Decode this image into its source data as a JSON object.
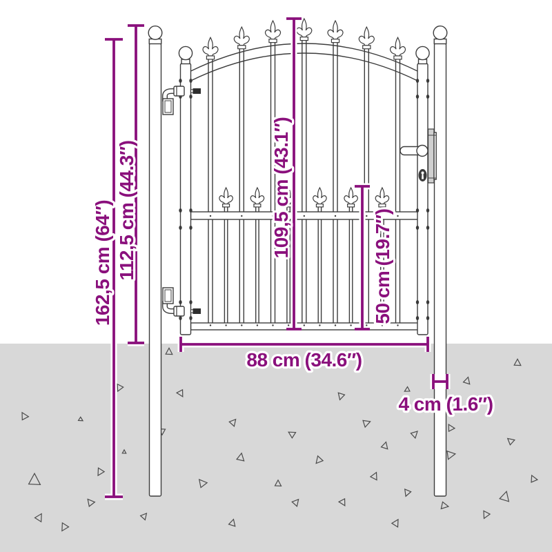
{
  "diagram": {
    "type": "product-dimension-diagram",
    "subject": "garden gate with spear top and two posts"
  },
  "dimensions": {
    "post_height_total": {
      "label": "162,5 cm (64″)"
    },
    "post_height_above_ground": {
      "label": "112,5 cm (44.3″)"
    },
    "gate_leaf_height": {
      "label": "109,5 cm (43.1″)"
    },
    "lower_bars_height": {
      "label": "50 cm (19.7″)"
    },
    "gate_width": {
      "label": "88 cm (34.6″)"
    },
    "post_width": {
      "label": "4 cm (1.6″)"
    }
  },
  "colors": {
    "dimension_accent": "#8A107C",
    "ground": "#D8D8D8",
    "outline": "#3C3C3C",
    "background": "#FFFFFF"
  }
}
